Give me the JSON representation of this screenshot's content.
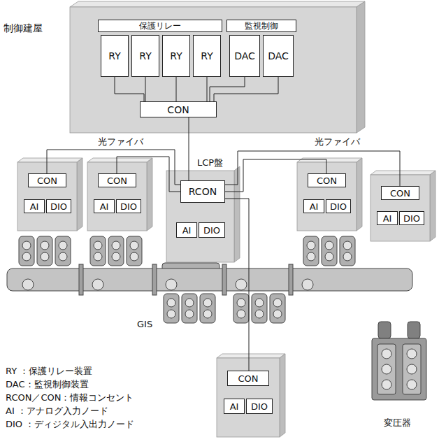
{
  "diagram": {
    "nodes": [
      {
        "text": [
          "制御建屋"
        ]
      },
      {
        "text": [
          "保護リレー"
        ],
        "in": 0
      },
      {
        "text": [
          "RY"
        ],
        "in": 1
      },
      {
        "text": [
          "RY"
        ],
        "in": 1
      },
      {
        "text": [
          "RY"
        ],
        "in": 1
      },
      {
        "text": [
          "RY"
        ],
        "in": 1
      },
      {
        "text": [
          "監視制御"
        ],
        "in": 0
      },
      {
        "text": [
          "DAC"
        ],
        "in": 6
      },
      {
        "text": [
          "DAC"
        ],
        "in": 6
      },
      {
        "text": [
          "CON"
        ],
        "in": 0
      },
      {
        "text": [
          "CON"
        ]
      },
      {
        "text": [
          "AI"
        ]
      },
      {
        "text": [
          "DIO"
        ]
      },
      {
        "text": [
          "CON"
        ]
      },
      {
        "text": [
          "AI"
        ]
      },
      {
        "text": [
          "DIO"
        ]
      },
      {
        "text": [
          "LCP盤"
        ]
      },
      {
        "text": [
          "RCON"
        ],
        "in": 16
      },
      {
        "text": [
          "AI"
        ],
        "in": 16
      },
      {
        "text": [
          "DIO"
        ],
        "in": 16
      },
      {
        "text": [
          "CON"
        ]
      },
      {
        "text": [
          "AI"
        ]
      },
      {
        "text": [
          "DIO"
        ]
      },
      {
        "text": [
          "CON"
        ]
      },
      {
        "text": [
          "AI"
        ]
      },
      {
        "text": [
          "DIO"
        ]
      },
      {
        "text": [
          "CON"
        ]
      },
      {
        "text": [
          "AI"
        ]
      },
      {
        "text": [
          "DIO"
        ]
      }
    ],
    "edges": [
      {
        "from": 2,
        "to": 9,
        "arrow": "none"
      },
      {
        "from": 3,
        "to": 9,
        "arrow": "none"
      },
      {
        "from": 4,
        "to": 9,
        "arrow": "none"
      },
      {
        "from": 5,
        "to": 9,
        "arrow": "none"
      },
      {
        "from": 7,
        "to": 9,
        "arrow": "none"
      },
      {
        "from": 8,
        "to": 9,
        "arrow": "none"
      },
      {
        "from": 9,
        "to": 17,
        "arrow": "none"
      },
      {
        "from": 17,
        "to": 10,
        "arrow": "none"
      },
      {
        "from": 17,
        "to": 13,
        "arrow": "none"
      },
      {
        "from": 17,
        "to": 20,
        "arrow": "none"
      },
      {
        "from": 17,
        "to": 23,
        "arrow": "none"
      },
      {
        "from": 17,
        "to": 26,
        "arrow": "none"
      }
    ],
    "labels": [
      "光ファイバ",
      "光ファイバ",
      "GIS",
      "変圧器"
    ],
    "legend": [
      {
        "text": "RY ：保護リレー装置"
      },
      {
        "text": "DAC：監視制御装置"
      },
      {
        "text": "RCON／CON：情報コンセント"
      },
      {
        "text": "AI ：アナログ入力ノード"
      },
      {
        "text": "DIO ：ディジタル入出力ノード"
      }
    ]
  }
}
